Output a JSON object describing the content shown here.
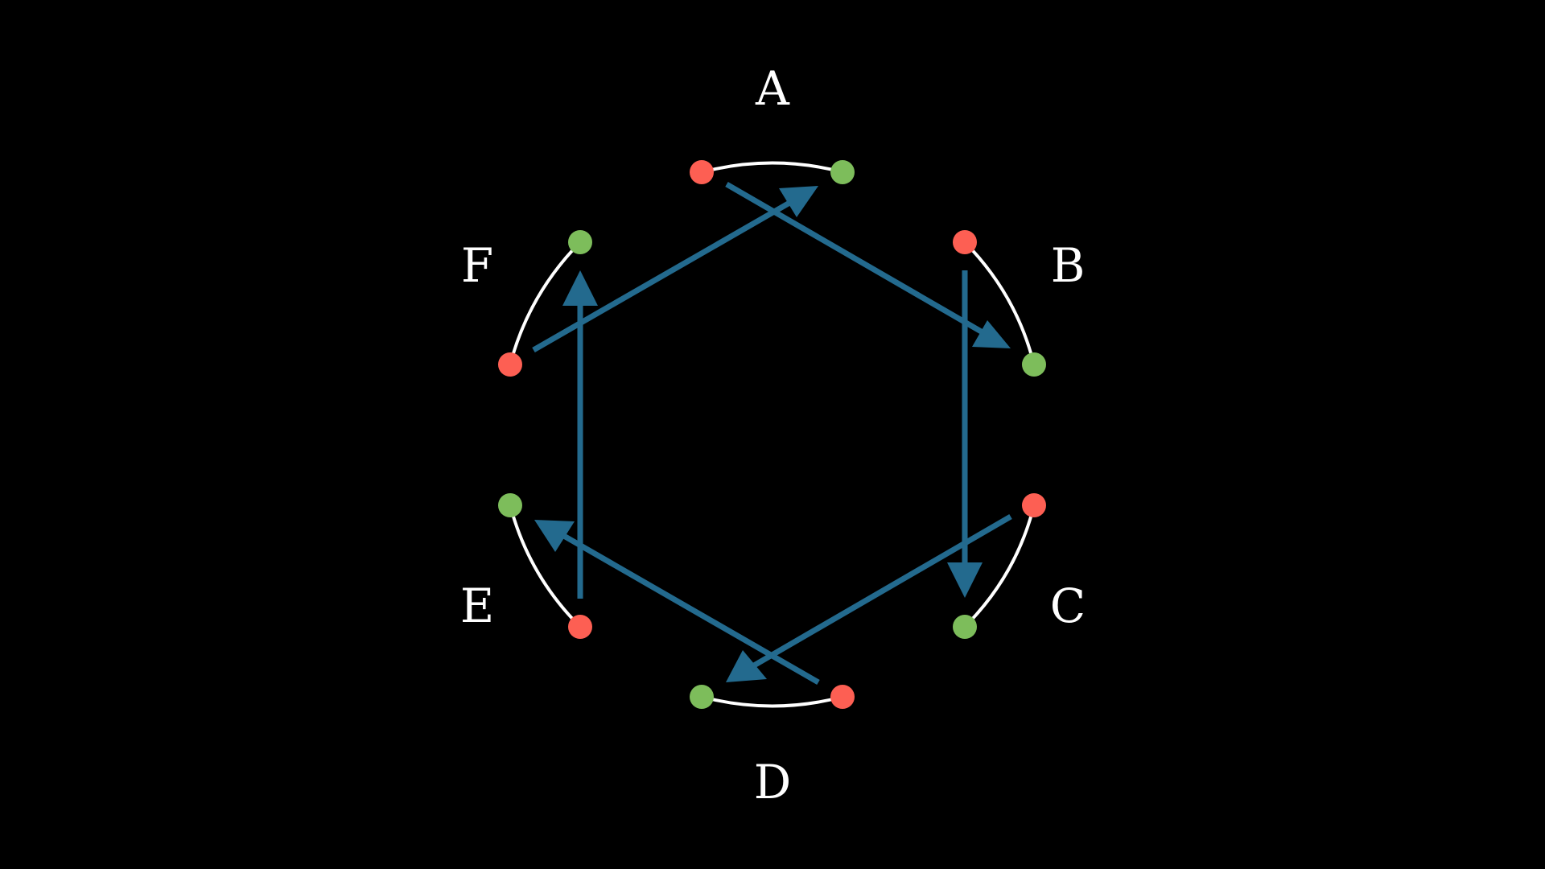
{
  "colors": {
    "background": "#000000",
    "arc": "#ffffff",
    "arrow": "#236a8e",
    "start_dot": "#fd5f53",
    "end_dot": "#7dbd5b",
    "label": "#ffffff"
  },
  "nodes": [
    {
      "id": "A",
      "label": "A"
    },
    {
      "id": "B",
      "label": "B"
    },
    {
      "id": "C",
      "label": "C"
    },
    {
      "id": "D",
      "label": "D"
    },
    {
      "id": "E",
      "label": "E"
    },
    {
      "id": "F",
      "label": "F"
    }
  ],
  "edges": [
    {
      "from": "A",
      "to": "B"
    },
    {
      "from": "B",
      "to": "C"
    },
    {
      "from": "C",
      "to": "D"
    },
    {
      "from": "D",
      "to": "E"
    },
    {
      "from": "E",
      "to": "F"
    },
    {
      "from": "F",
      "to": "A"
    }
  ]
}
